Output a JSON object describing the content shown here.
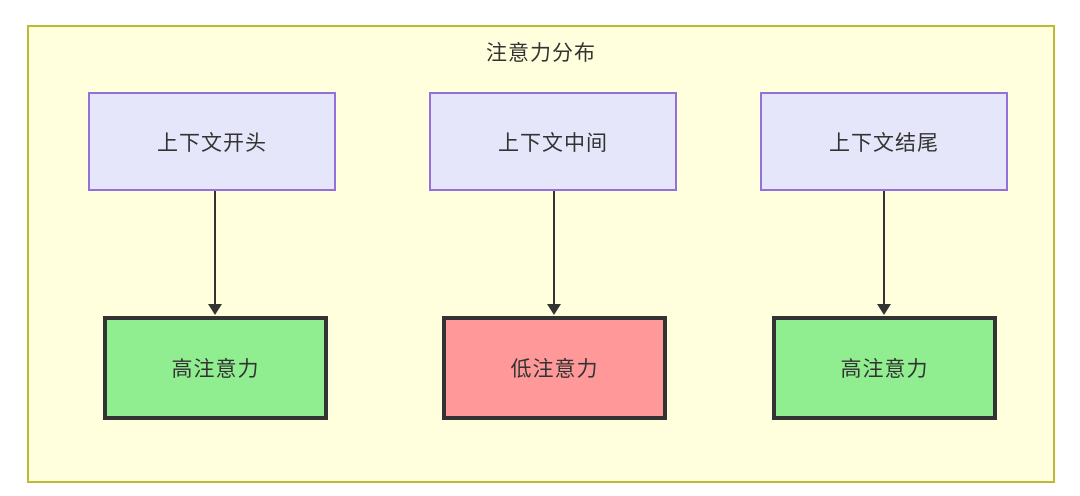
{
  "diagram": {
    "type": "flowchart",
    "title": "注意力分布",
    "container": {
      "fill": "#ffffdd",
      "stroke": "#bbbb33"
    },
    "colors": {
      "context_fill": "#e6e6fa",
      "context_stroke": "#9370db",
      "high_attention_fill": "#90ee90",
      "low_attention_fill": "#ff9999",
      "node_stroke": "#333333",
      "edge_stroke": "#333333",
      "text": "#333333"
    },
    "columns": [
      {
        "source": {
          "label": "上下文开头",
          "style": "context"
        },
        "target": {
          "label": "高注意力",
          "style": "high"
        }
      },
      {
        "source": {
          "label": "上下文中间",
          "style": "context"
        },
        "target": {
          "label": "低注意力",
          "style": "low"
        }
      },
      {
        "source": {
          "label": "上下文结尾",
          "style": "context"
        },
        "target": {
          "label": "高注意力",
          "style": "high"
        }
      }
    ]
  }
}
